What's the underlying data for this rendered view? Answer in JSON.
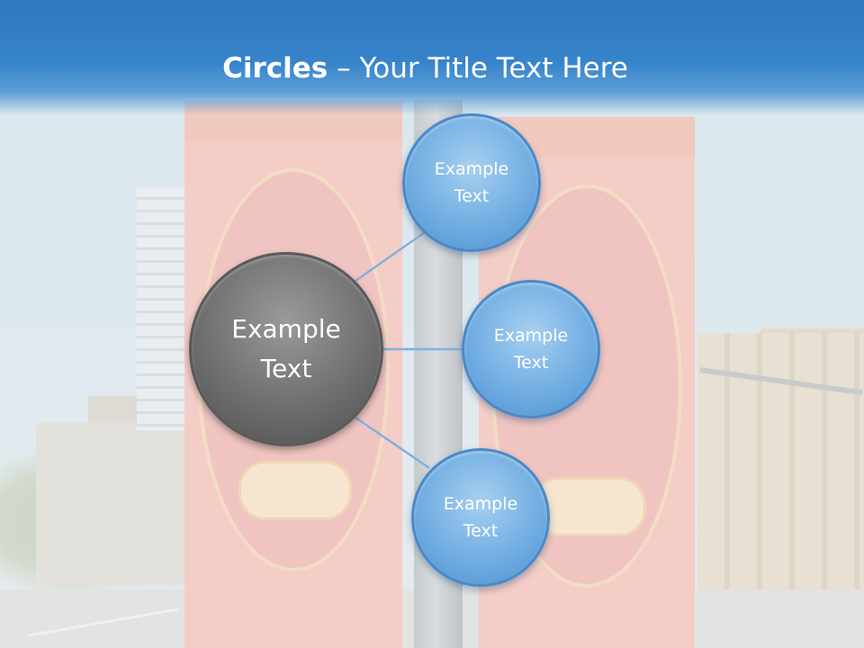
{
  "slide": {
    "title_bold": "Circles",
    "title_rest": " – Your Title Text Here"
  },
  "diagram": {
    "hub": {
      "label": "Example\nText",
      "color": "#6f6f6f"
    },
    "nodes": [
      {
        "label": "Example\nText",
        "color": "#72aee2"
      },
      {
        "label": "Example\nText",
        "color": "#72aee2"
      },
      {
        "label": "Example\nText",
        "color": "#72aee2"
      }
    ],
    "connector_color": "#7fb2de"
  },
  "colors": {
    "header": "#3784cb",
    "title_text": "#ffffff"
  }
}
